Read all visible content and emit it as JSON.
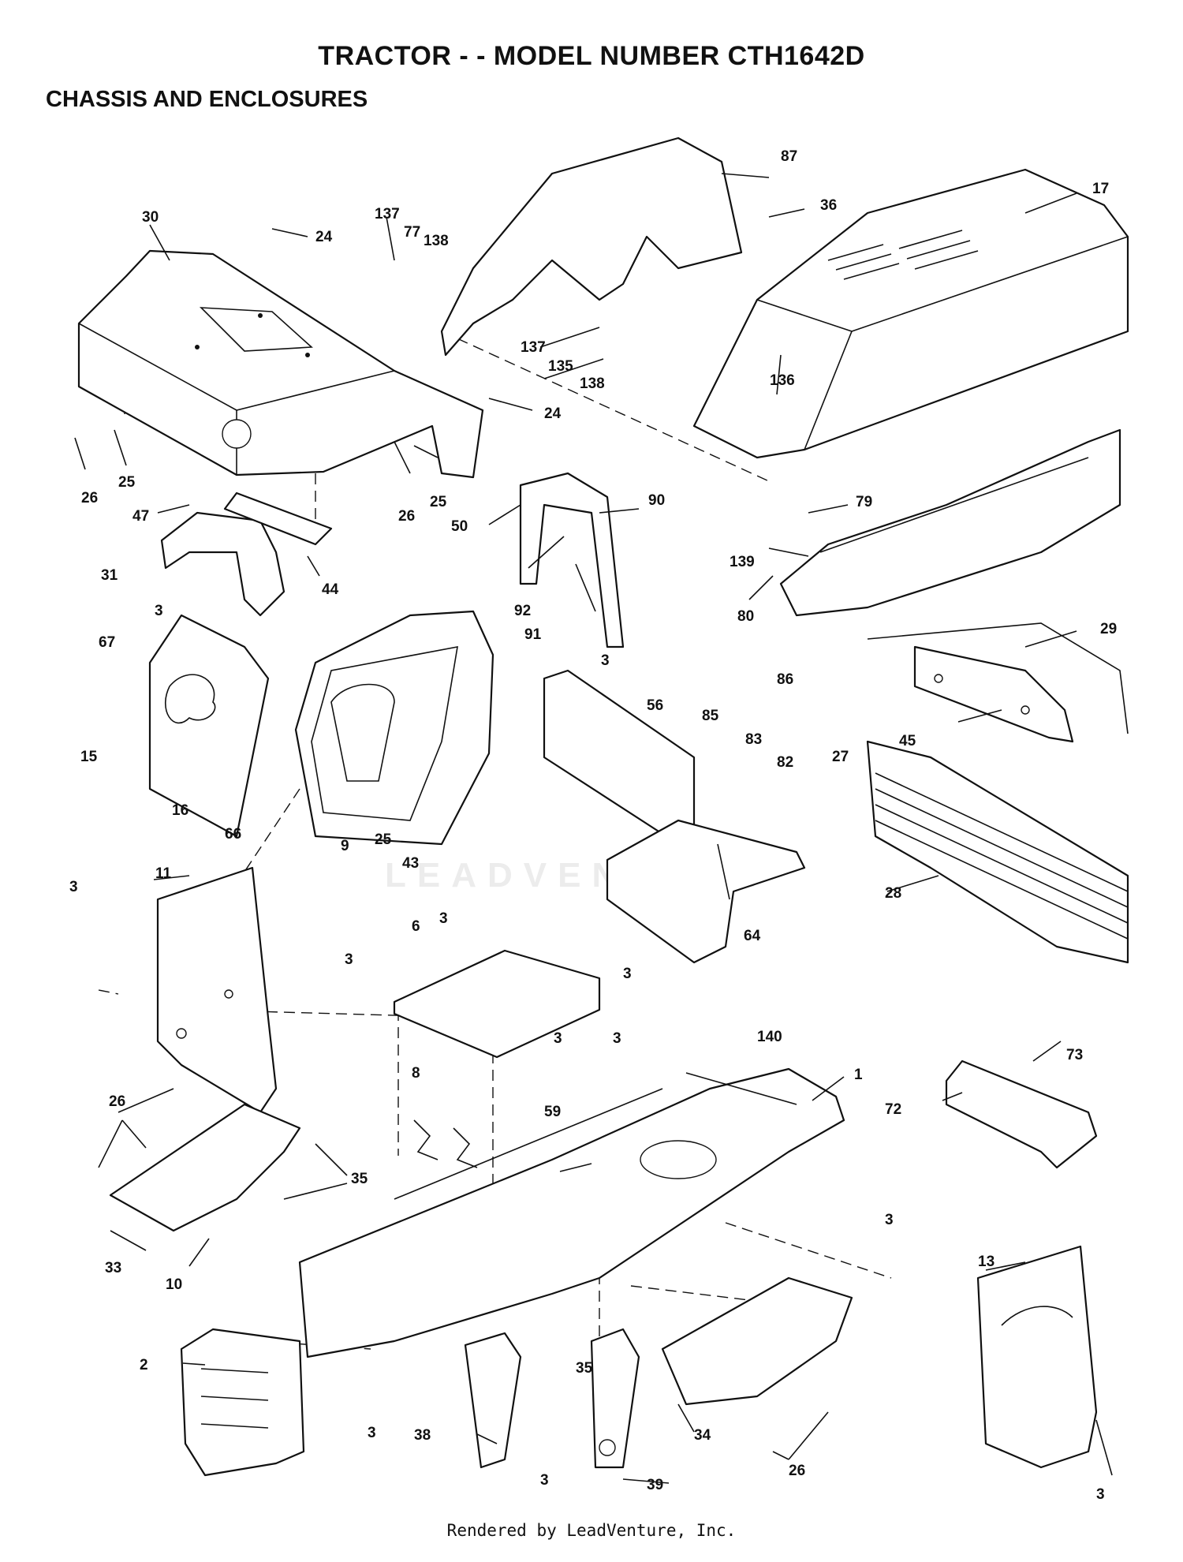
{
  "header": {
    "title": "TRACTOR - - MODEL NUMBER  CTH1642D",
    "section": "CHASSIS AND ENCLOSURES"
  },
  "footer": {
    "rendered_by": "Rendered by LeadVenture, Inc."
  },
  "watermark": {
    "text": "LEADVENTURE"
  },
  "callouts": [
    "87",
    "17",
    "36",
    "30",
    "137",
    "77",
    "138",
    "24",
    "137",
    "135",
    "138",
    "136",
    "24",
    "26",
    "25",
    "26",
    "25",
    "47",
    "50",
    "90",
    "139",
    "79",
    "31",
    "44",
    "3",
    "92",
    "91",
    "80",
    "86",
    "3",
    "67",
    "29",
    "56",
    "85",
    "83",
    "82",
    "15",
    "27",
    "45",
    "16",
    "66",
    "9",
    "25",
    "43",
    "11",
    "3",
    "28",
    "64",
    "3",
    "6",
    "3",
    "3",
    "3",
    "140",
    "73",
    "8",
    "3",
    "1",
    "72",
    "59",
    "26",
    "35",
    "3",
    "33",
    "10",
    "13",
    "2",
    "35",
    "38",
    "3",
    "34",
    "26",
    "39",
    "3",
    "3"
  ]
}
